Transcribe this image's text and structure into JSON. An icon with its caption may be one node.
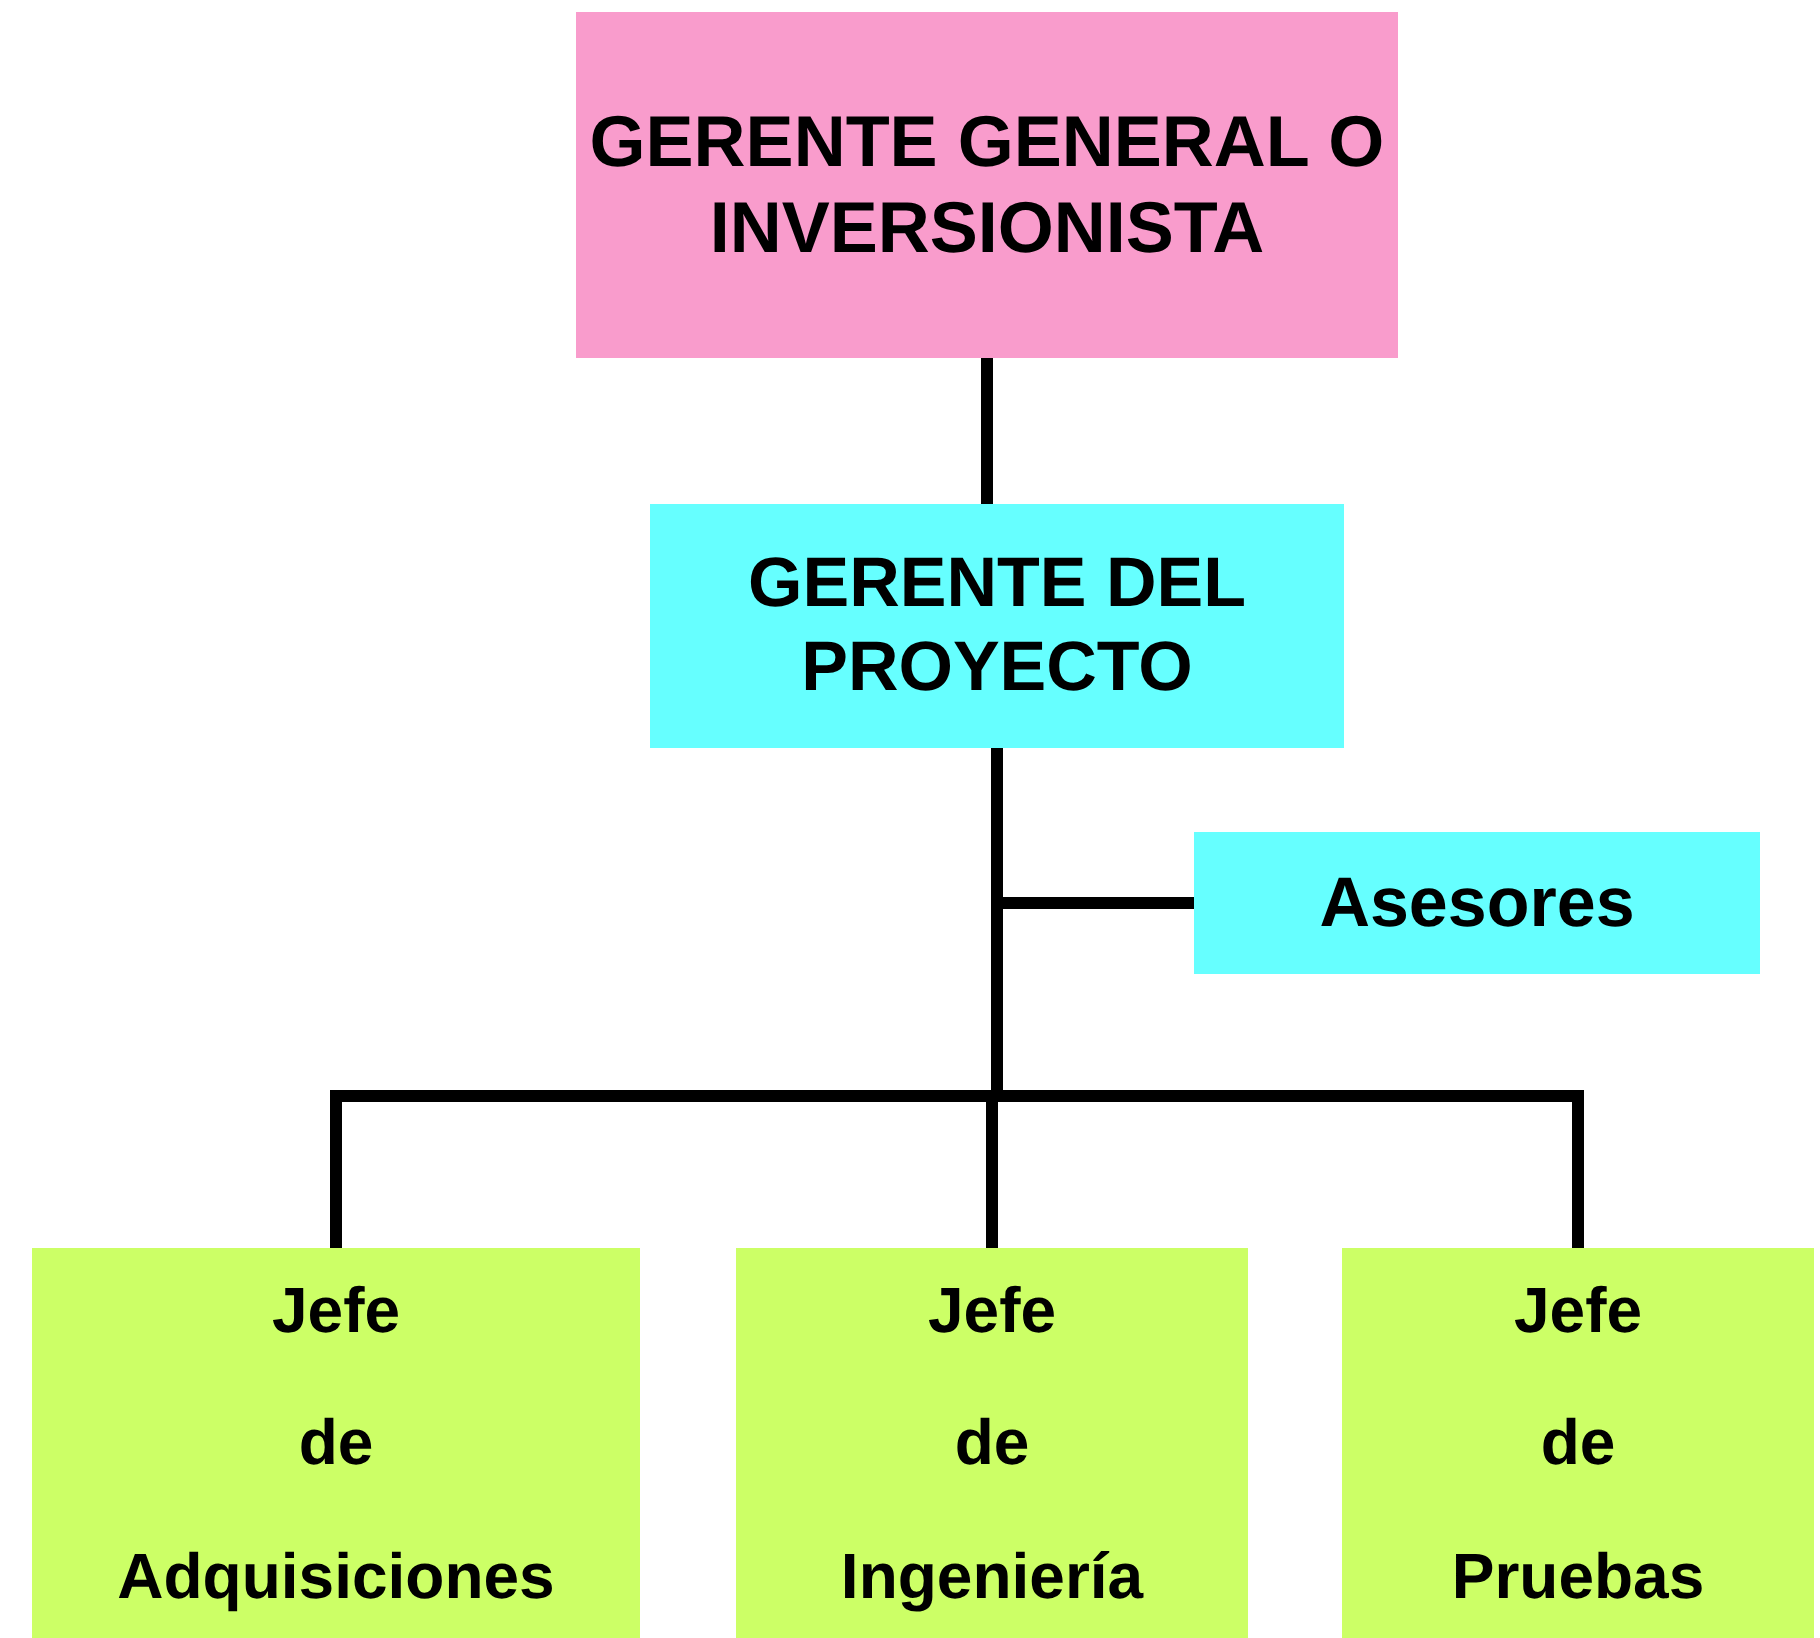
{
  "diagram": {
    "nodes": [
      {
        "text": [
          "GERENTE GENERAL O INVERSIONISTA"
        ]
      },
      {
        "text": [
          "GERENTE DEL PROYECTO"
        ]
      },
      {
        "text": [
          "Asesores"
        ]
      },
      {
        "text": [
          "Jefe",
          "de",
          "Adquisiciones"
        ]
      },
      {
        "text": [
          "Jefe",
          "de",
          "Ingeniería"
        ]
      },
      {
        "text": [
          "Jefe",
          "de",
          "Pruebas"
        ]
      }
    ],
    "edges": [
      {
        "from": 0,
        "to": 1,
        "arrow": "none"
      },
      {
        "from": 1,
        "to": 2,
        "arrow": "none"
      },
      {
        "from": 1,
        "to": 3,
        "arrow": "none"
      },
      {
        "from": 1,
        "to": 4,
        "arrow": "none"
      },
      {
        "from": 1,
        "to": 5,
        "arrow": "none"
      }
    ]
  }
}
